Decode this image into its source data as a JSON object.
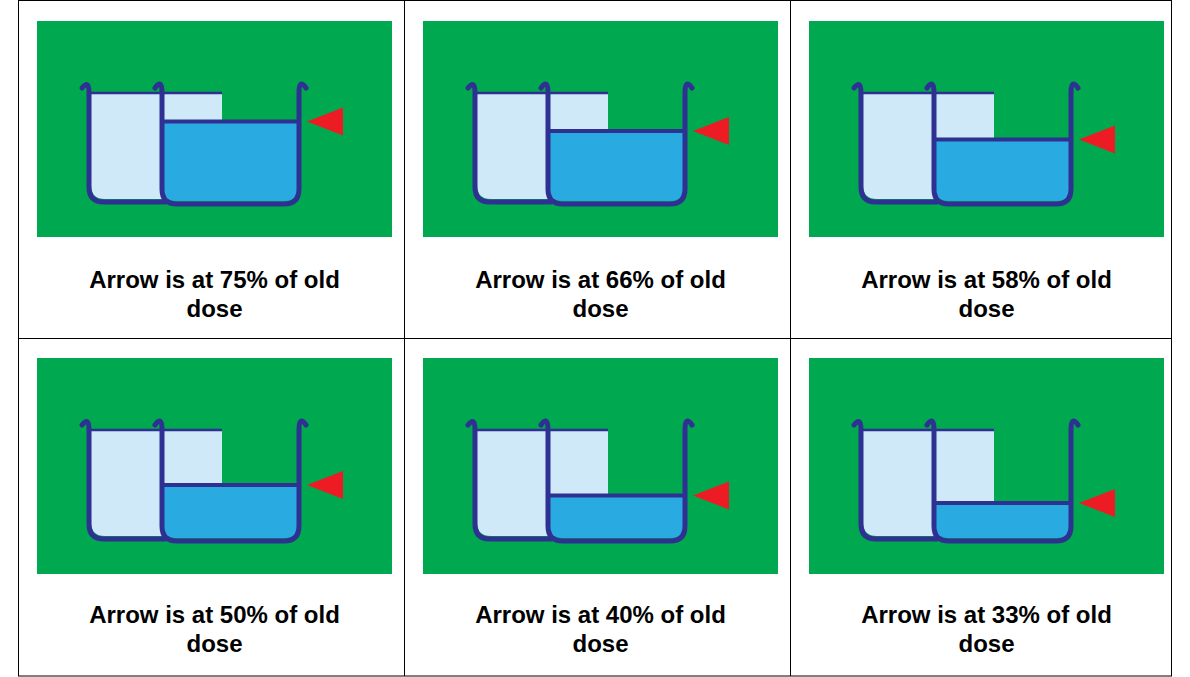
{
  "diagram": {
    "labels": [
      "Arrow is at 75% of old dose",
      "Arrow is at 66% of old dose",
      "Arrow is at 58% of old dose",
      "Arrow is at 50% of old dose",
      "Arrow is at 40% of old dose",
      "Arrow is at 33% of old dose"
    ]
  }
}
